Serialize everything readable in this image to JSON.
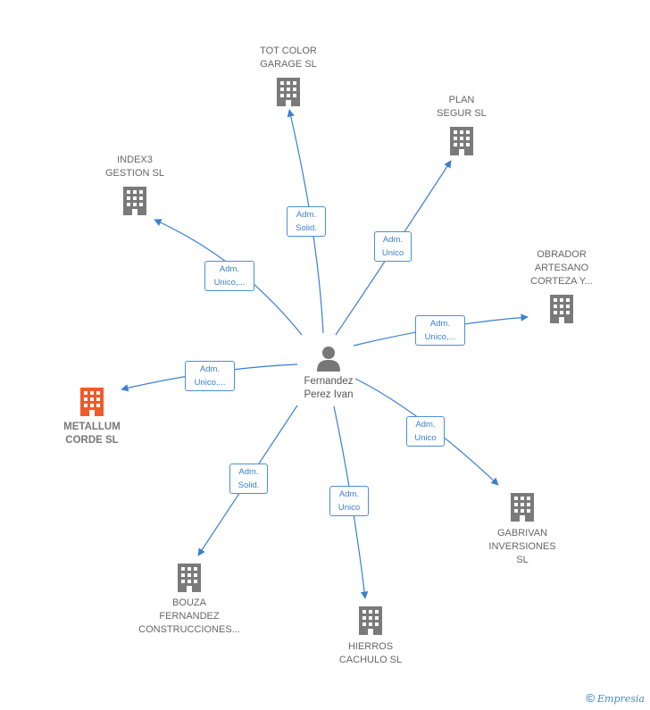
{
  "center": {
    "label": "Fernandez\nPerez Ivan"
  },
  "companies": [
    {
      "id": "tot-color",
      "label": "TOT COLOR\nGARAGE  SL",
      "role": "Adm.\nSolid."
    },
    {
      "id": "plan-segur",
      "label": "PLAN\nSEGUR SL",
      "role": "Adm.\nUnico"
    },
    {
      "id": "index3",
      "label": "INDEX3\nGESTION  SL",
      "role": "Adm.\nUnico,..."
    },
    {
      "id": "obrador",
      "label": "OBRADOR\nARTESANO\nCORTEZA Y...",
      "role": "Adm.\nUnico,..."
    },
    {
      "id": "metallum",
      "label": "METALLUM\nCORDE  SL",
      "role": "Adm.\nUnico,...",
      "highlight": true
    },
    {
      "id": "gabrivan",
      "label": "GABRIVAN\nINVERSIONES\nSL",
      "role": "Adm.\nUnico"
    },
    {
      "id": "bouza",
      "label": "BOUZA\nFERNANDEZ\nCONSTRUCCIONES...",
      "role": "Adm.\nSolid."
    },
    {
      "id": "hierros",
      "label": "HIERROS\nCACHULO  SL",
      "role": "Adm.\nUnico"
    }
  ],
  "colors": {
    "edge": "#3b7fd0",
    "building": "#7a7a7a",
    "highlight": "#f05a2a",
    "person": "#777777"
  },
  "footer": {
    "copyright": "©",
    "brand": "Empresia"
  }
}
